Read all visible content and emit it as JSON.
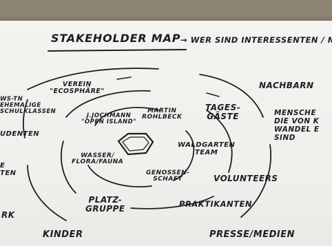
{
  "title": "STAKEHOLDER MAP",
  "subtitle": "→ WER SIND INTERESSENTEN / N",
  "labels": {
    "verein_ecosphare": "VEREIN\n\"ECOSPHÄRE\"",
    "jochmann": "J.JOCHMANN\n\"OPEN ISLAND\"",
    "martin": "MARTIN\nROHLBECK",
    "tagesgaste": "TAGES-\nGÄSTE",
    "nachbarn": "NACHBARN",
    "menschen": "MENSCHE\nDIE VON K\nWANDEL E\nSIND",
    "waldgarten": "WALDGARTEN\nTEAM",
    "wasser": "WASSER/\nFLORA/FAUNA",
    "genossenschaft": "GENOSSEN-\nSCHAFT",
    "volunteers": "VOLUNTEERS",
    "platzgruppe": "PLATZ-\nGRUPPE",
    "praktikanten": "PRAKTIKANTEN",
    "presse": "PRESSE/MEDIEN",
    "kinder": "KINDER",
    "left_fragment_1": "WS-TN\nEHEMALIGE\nSCHULKLASSEN",
    "left_fragment_2": "UDENTEN",
    "left_fragment_3": "E\nTEN",
    "left_fragment_4": "RK"
  }
}
